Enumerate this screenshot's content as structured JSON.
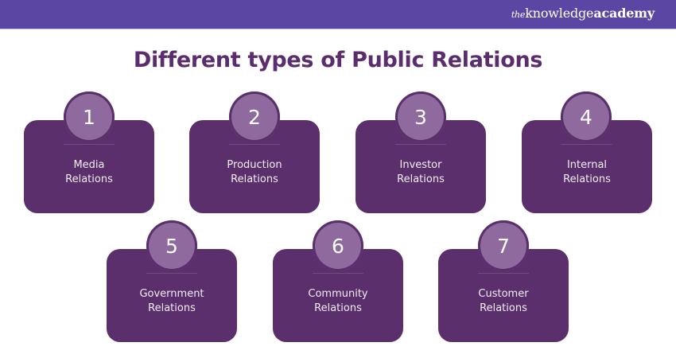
{
  "header": {
    "brand_prefix": "the",
    "brand_main": "knowledge",
    "brand_bold": "academy",
    "color": "#5b47a3"
  },
  "title": "Different types of Public Relations",
  "colors": {
    "title": "#5b2d6e",
    "card": "#5a2f6b",
    "number_circle": "#8e6a9e",
    "card_text": "#f3eef6"
  },
  "items": [
    {
      "number": "1",
      "line1": "Media",
      "line2": "Relations"
    },
    {
      "number": "2",
      "line1": "Production",
      "line2": "Relations"
    },
    {
      "number": "3",
      "line1": "Investor",
      "line2": "Relations"
    },
    {
      "number": "4",
      "line1": "Internal",
      "line2": "Relations"
    },
    {
      "number": "5",
      "line1": "Government",
      "line2": "Relations"
    },
    {
      "number": "6",
      "line1": "Community",
      "line2": "Relations"
    },
    {
      "number": "7",
      "line1": "Customer",
      "line2": "Relations"
    }
  ]
}
